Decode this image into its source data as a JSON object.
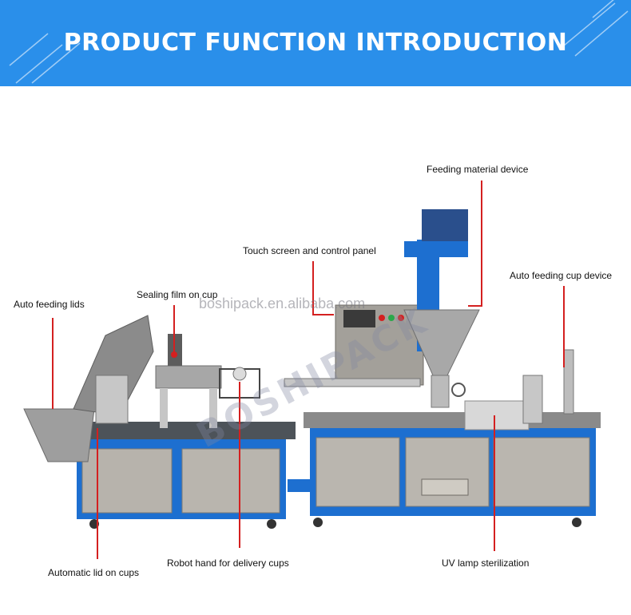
{
  "header": {
    "title": "PRODUCT FUNCTION INTRODUCTION",
    "bg_color": "#2a8fea"
  },
  "labels": {
    "feeding_material": "Feeding material device",
    "touch_screen": "Touch screen and control panel",
    "auto_feeding_cup": "Auto feeding cup device",
    "sealing_film": "Sealing film on cup",
    "auto_feeding_lids": "Auto feeding lids",
    "automatic_lid": "Automatic lid on cups",
    "robot_hand": "Robot hand for delivery cups",
    "uv_lamp": "UV lamp sterilization"
  },
  "watermark": {
    "site": "boshipack.en.alibaba.com",
    "brand": "BOSHIPACK"
  },
  "colors": {
    "leader_line": "#d42020",
    "frame_blue": "#1d6fd0",
    "steel": "#a9a9a9"
  }
}
